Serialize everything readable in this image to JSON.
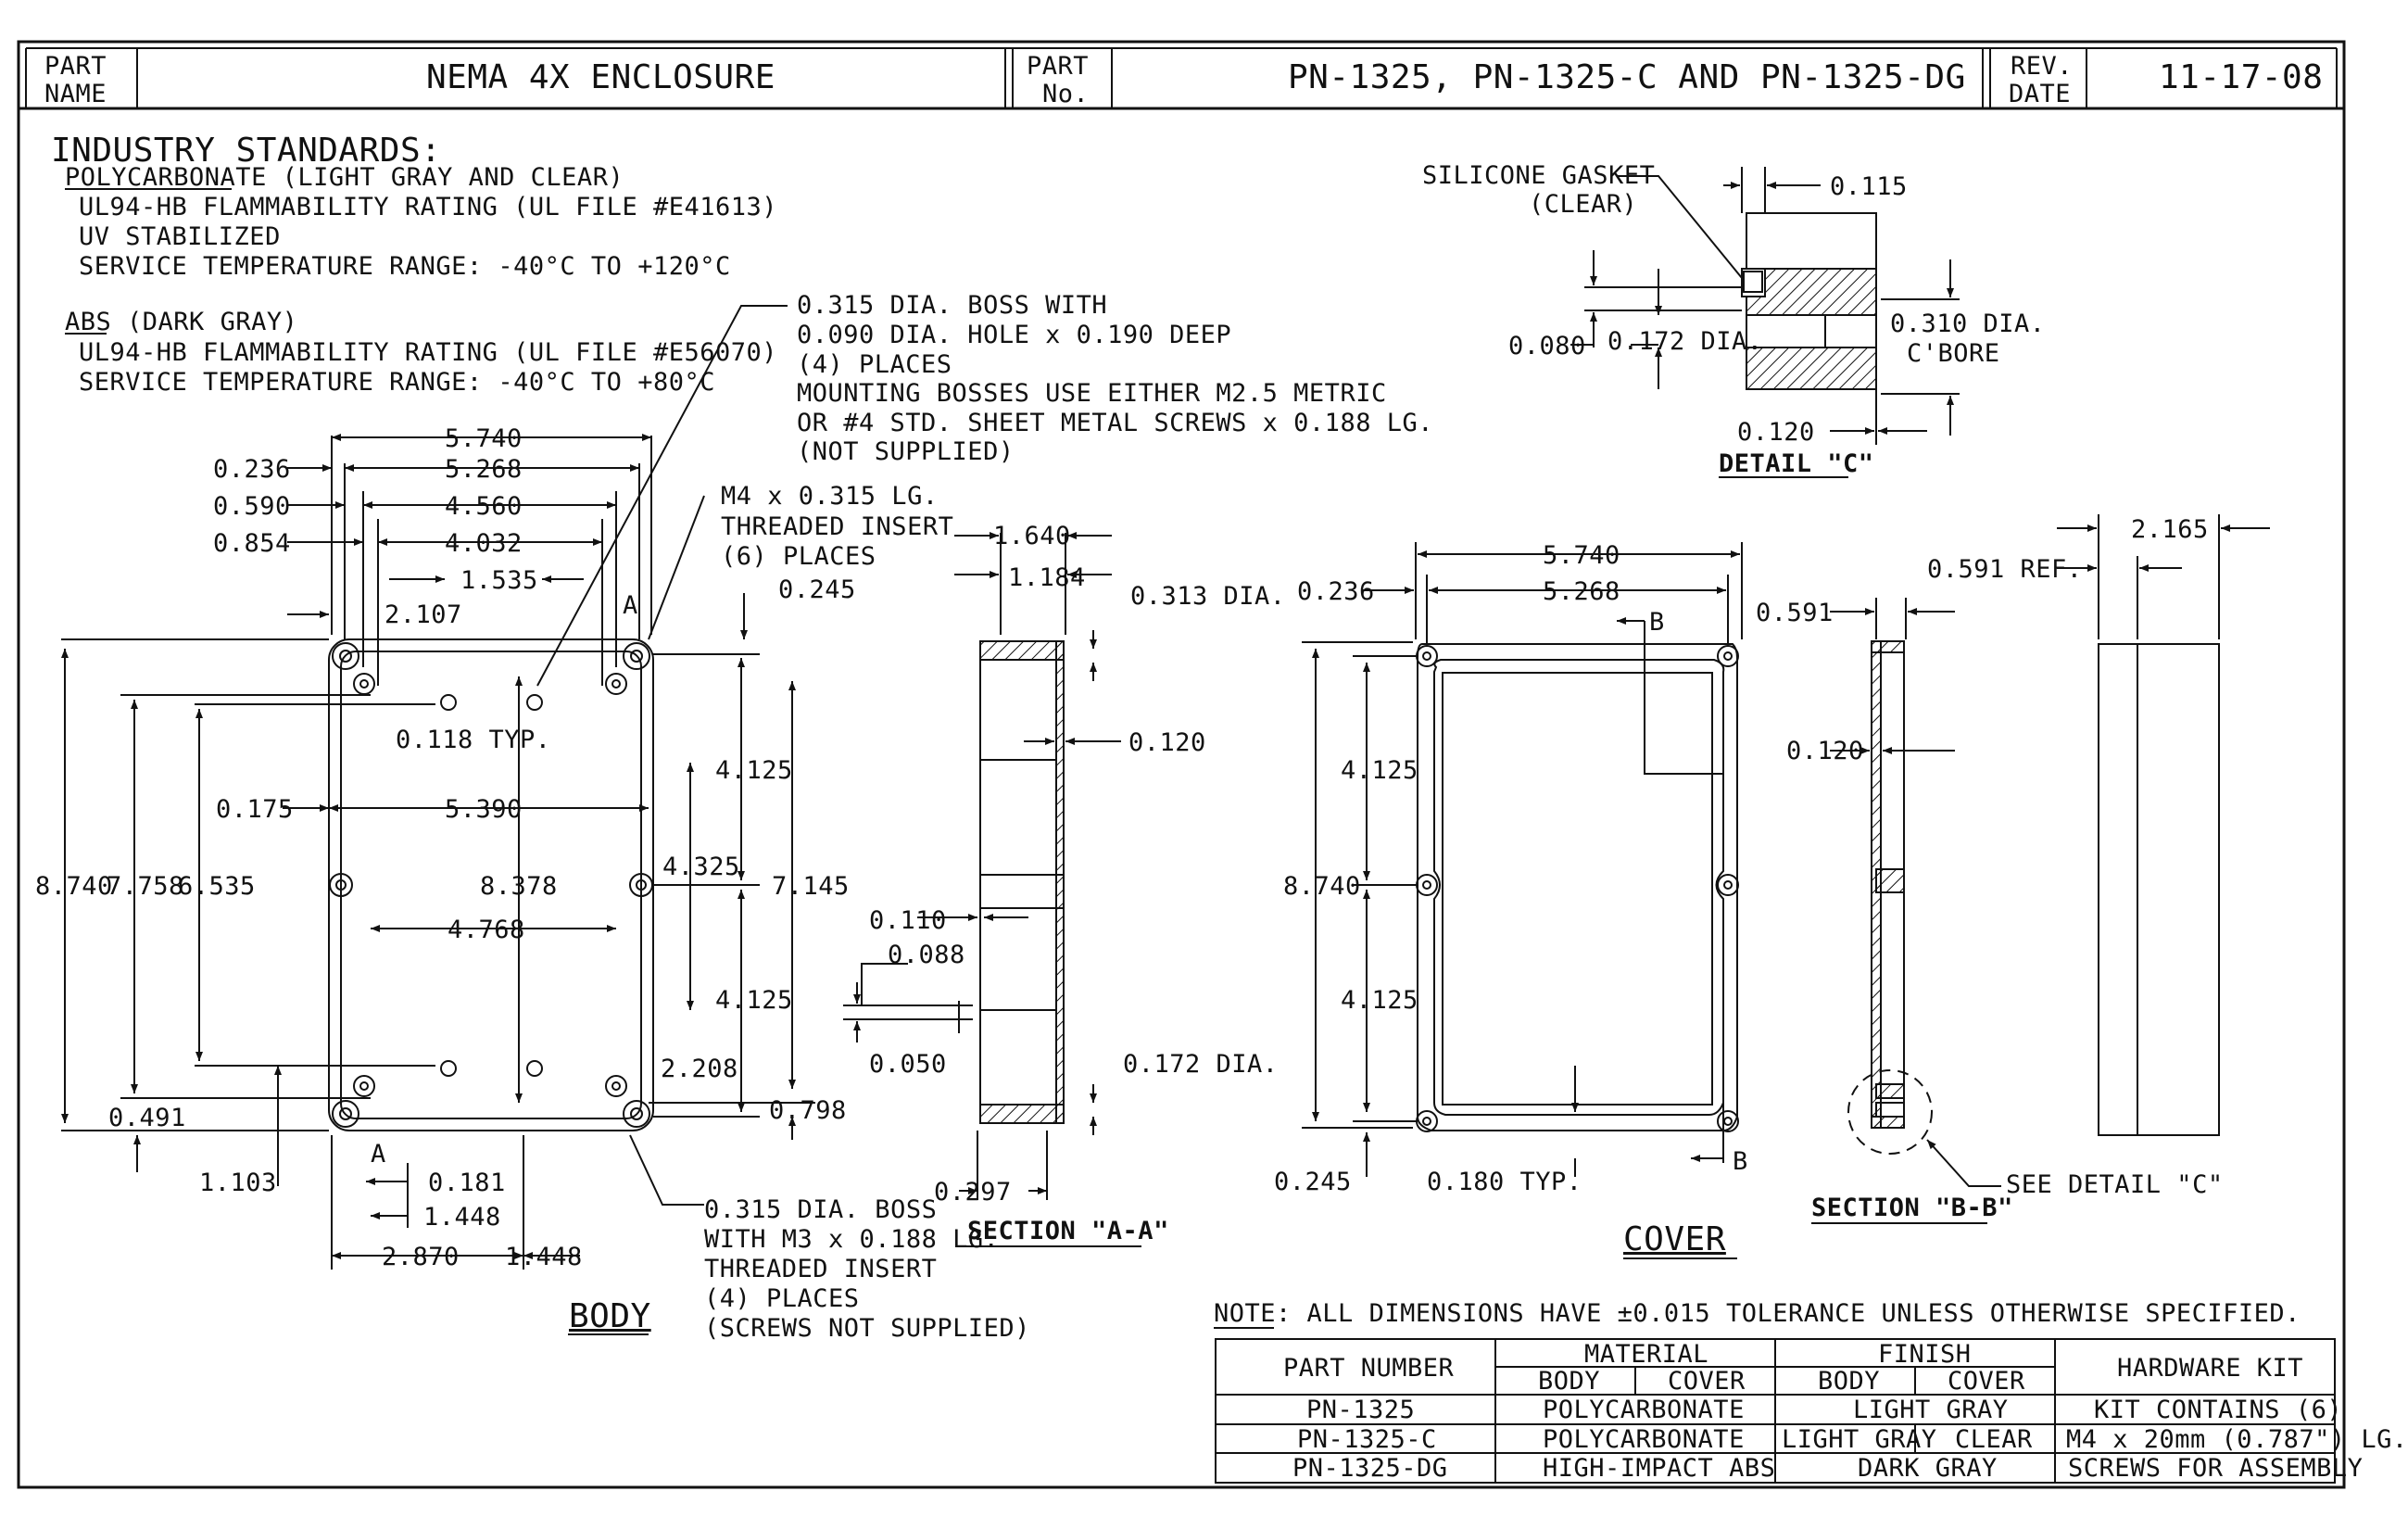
{
  "title_block": {
    "part_name_label": [
      "PART",
      "NAME"
    ],
    "part_name": "NEMA 4X ENCLOSURE",
    "part_no_label": [
      "PART",
      "No."
    ],
    "part_numbers": "PN-1325, PN-1325-C AND PN-1325-DG",
    "rev_label": [
      "REV.",
      "DATE"
    ],
    "rev_date": "11-17-08"
  },
  "standards": {
    "heading": "INDUSTRY STANDARDS:",
    "pc_name": "POLYCARBONATE",
    "pc_note": " (LIGHT GRAY AND CLEAR)",
    "pc_lines": [
      "UL94-HB FLAMMABILITY RATING (UL FILE #E41613)",
      "UV STABILIZED",
      "SERVICE TEMPERATURE RANGE:  -40°C TO +120°C"
    ],
    "abs_name": "ABS",
    "abs_note": " (DARK GRAY)",
    "abs_lines": [
      "UL94-HB FLAMMABILITY RATING (UL FILE #E56070)",
      "SERVICE TEMPERATURE RANGE:  -40°C TO +80°C"
    ]
  },
  "body_view": {
    "title": "BODY",
    "boss_note": [
      "0.315 DIA. BOSS WITH",
      "0.090 DIA. HOLE x 0.190 DEEP",
      "(4) PLACES",
      "MOUNTING BOSSES USE EITHER M2.5 METRIC",
      "OR #4 STD. SHEET METAL SCREWS x 0.188 LG.",
      "(NOT SUPPLIED)"
    ],
    "insert_note": [
      "M4 x 0.315 LG.",
      "THREADED INSERT",
      "(6) PLACES"
    ],
    "m3_note": [
      "0.315 DIA. BOSS",
      "WITH M3 x 0.188 LG.",
      "THREADED INSERT",
      "(4) PLACES",
      "(SCREWS NOT SUPPLIED)"
    ],
    "dims": {
      "d5740": "5.740",
      "d5268": "5.268",
      "d4560": "4.560",
      "d4032": "4.032",
      "d0236": "0.236",
      "d0590": "0.590",
      "d0854": "0.854",
      "d1535": "1.535",
      "d2107": "2.107",
      "d0245": "0.245",
      "d0118": "0.118 TYP.",
      "d0175": "0.175",
      "d5390": "5.390",
      "d4125a": "4.125",
      "d4325": "4.325",
      "d4125b": "4.125",
      "d7145": "7.145",
      "d8378": "8.378",
      "d4768": "4.768",
      "d8740": "8.740",
      "d7758": "7.758",
      "d6535": "6.535",
      "d2208": "2.208",
      "d0798": "0.798",
      "d0491": "0.491",
      "d1103": "1.103",
      "d0181": "0.181",
      "d1448a": "1.448",
      "d2870": "2.870",
      "d1448b": "1.448",
      "secA1": "A",
      "secA2": "A"
    }
  },
  "section_aa": {
    "title": "SECTION \"A-A\"",
    "dims": {
      "d1640": "1.640",
      "d1184": "1.184",
      "d0313": "0.313 DIA.",
      "d0120": "0.120",
      "d0110": "0.110",
      "d0088": "0.088",
      "d0050": "0.050",
      "d0172": "0.172 DIA.",
      "d0297": "0.297"
    }
  },
  "detail_c": {
    "title": "DETAIL \"C\"",
    "gasket": [
      "SILICONE GASKET",
      "(CLEAR)"
    ],
    "dims": {
      "d0115": "0.115",
      "d0080": "0.080",
      "d0172": "0.172 DIA.",
      "d0310": [
        "0.310 DIA.",
        "C'BORE"
      ],
      "d0120": "0.120"
    }
  },
  "cover_view": {
    "title": "COVER",
    "dims": {
      "d5740": "5.740",
      "d5268": "5.268",
      "d0236": "0.236",
      "d4125a": "4.125",
      "d8740": "8.740",
      "d4125b": "4.125",
      "d0245": "0.245",
      "d0180": "0.180 TYP.",
      "secB1": "B",
      "secB2": "B"
    }
  },
  "section_bb": {
    "title": "SECTION \"B-B\"",
    "dims": {
      "d0591": "0.591",
      "d0120": "0.120",
      "d2165": "2.165",
      "d0591ref": "0.591 REF."
    },
    "see_detail": "SEE DETAIL \"C\""
  },
  "note": {
    "label": "NOTE:",
    "text": "ALL DIMENSIONS HAVE ±0.015 TOLERANCE UNLESS OTHERWISE SPECIFIED."
  },
  "parts_table": {
    "headers": {
      "part_number": "PART NUMBER",
      "material": "MATERIAL",
      "finish": "FINISH",
      "hardware": "HARDWARE KIT",
      "body": "BODY",
      "cover": "COVER"
    },
    "rows": [
      {
        "part": "PN-1325",
        "material": "POLYCARBONATE",
        "finish": "LIGHT GRAY"
      },
      {
        "part": "PN-1325-C",
        "material": "POLYCARBONATE",
        "finish_body": "LIGHT GRAY",
        "finish_cover": "CLEAR"
      },
      {
        "part": "PN-1325-DG",
        "material": "HIGH-IMPACT ABS",
        "finish": "DARK GRAY"
      }
    ],
    "hardware_lines": [
      "KIT CONTAINS (6)",
      "M4 x 20mm (0.787\") LG.",
      "SCREWS FOR ASSEMBLY"
    ]
  }
}
